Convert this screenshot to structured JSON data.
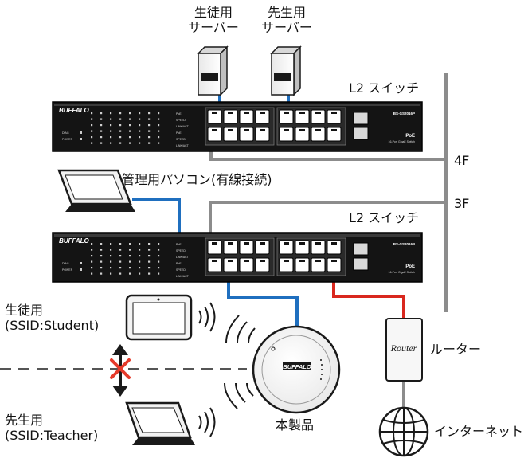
{
  "labels": {
    "student_server": [
      "生徒用",
      "サーバー"
    ],
    "teacher_server": [
      "先生用",
      "サーバー"
    ],
    "switch_top": "L2 スイッチ",
    "switch_bottom": "L2 スイッチ",
    "admin_pc": "管理用パソコン(有線接続)",
    "floor_4f": "4F",
    "floor_3f": "3F",
    "student_client": [
      "生徒用",
      "(SSID:Student)"
    ],
    "teacher_client": [
      "先生用",
      "(SSID:Teacher)"
    ],
    "access_point": "本製品",
    "router_device": "Router",
    "router": "ルーター",
    "internet": "インターネット"
  },
  "switch": {
    "brand": "BUFFALO",
    "model": "BS-GS2016P",
    "poe": "PoE",
    "desc": "16-Port GigaE Switch",
    "led_labels": [
      "PoE",
      "SPEED",
      "LINK/ACT"
    ],
    "left_labels": [
      "DIAG",
      "POWER"
    ]
  },
  "access_point_brand": "BUFFALO",
  "colors": {
    "wired_blue": "#1f6fbf",
    "wired_red": "#d9281e",
    "cable_gray": "#8c8c8c",
    "block_cross": "#e63a2a",
    "device_black": "#1a1a1a"
  }
}
